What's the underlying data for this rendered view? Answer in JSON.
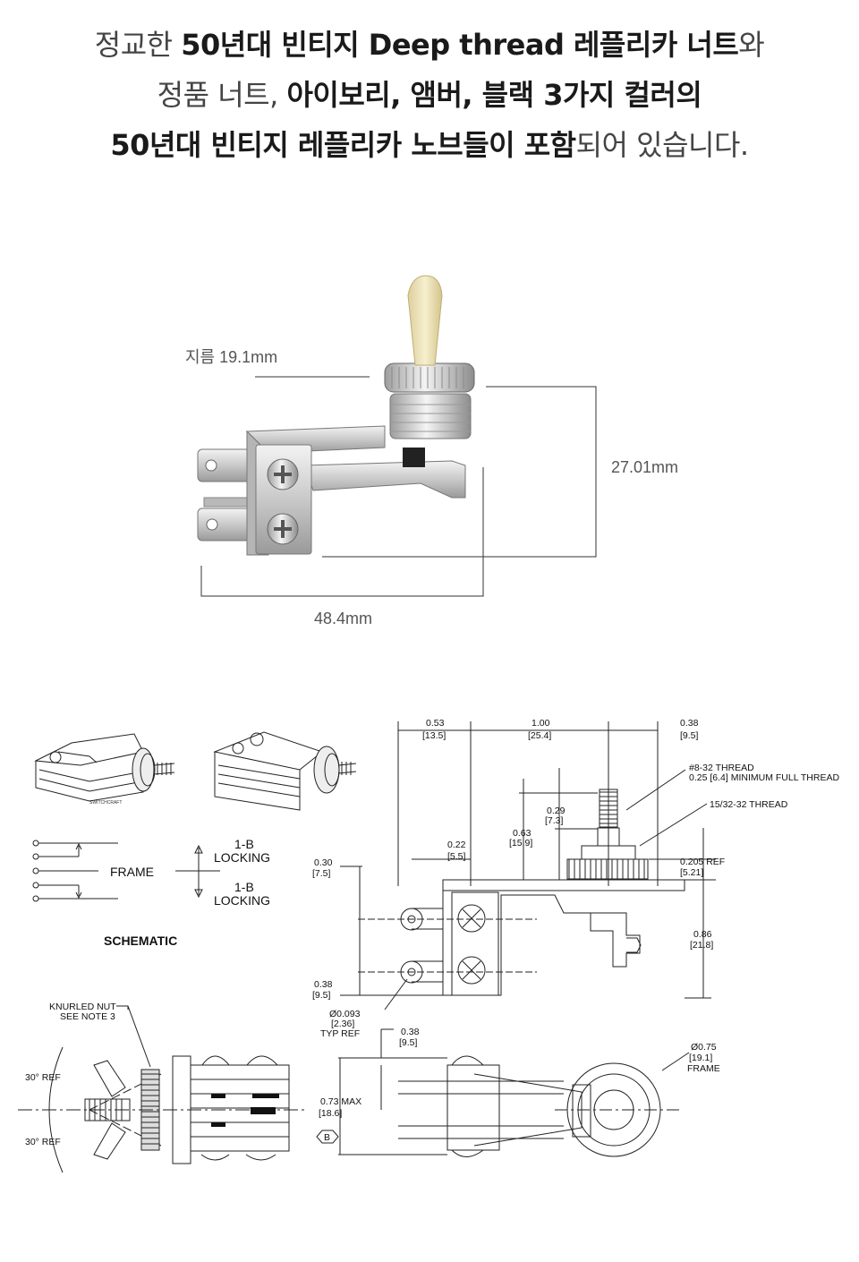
{
  "intro": {
    "line1": [
      {
        "t": "정교한 ",
        "w": "l"
      },
      {
        "t": "50년대 빈티지 Deep thread 레플리카 너트",
        "w": "b"
      },
      {
        "t": "와",
        "w": "l"
      }
    ],
    "line2": [
      {
        "t": "정품 너트, ",
        "w": "l"
      },
      {
        "t": "아이보리, 앰버, 블랙 3가지 컬러의",
        "w": "b"
      }
    ],
    "line3": [
      {
        "t": "50년대 빈티지 레플리카 노브들이 포함",
        "w": "b"
      },
      {
        "t": "되어 있습니다.",
        "w": "l"
      }
    ]
  },
  "photo": {
    "diameter_label": "지름 19.1mm",
    "height_label": "27.01mm",
    "width_label": "48.4mm"
  },
  "schematic": {
    "frame": "FRAME",
    "locking_top_1": "1-B",
    "locking_top_2": "LOCKING",
    "locking_bot_1": "1-B",
    "locking_bot_2": "LOCKING",
    "title": "SCHEMATIC",
    "brand_mark": "SWITCHCRAFT"
  },
  "drawing": {
    "d053_in": "0.53",
    "d053_mm": "[13.5]",
    "d100_in": "1.00",
    "d100_mm": "[25.4]",
    "d038_in": "0.38",
    "d038_mm": "[9.5]",
    "thread1_a": "#8-32 THREAD",
    "thread1_b": "0.25 [6.4] MINIMUM FULL THREAD",
    "thread2": "15/32-32 THREAD",
    "d029_in": "0.29",
    "d029_mm": "[7.3]",
    "d063_in": "0.63",
    "d063_mm": "[15.9]",
    "d022_in": "0.22",
    "d022_mm": "[5.5]",
    "d030_in": "0.30",
    "d030_mm": "[7.5]",
    "d0205": "0.205  REF",
    "d0205_mm": "[5.21]",
    "d086_in": "0.86",
    "d086_mm": "[21.8]",
    "d038b_in": "0.38",
    "d038b_mm": "[9.5]",
    "hole_a": "Ø0.093",
    "hole_b": "[2.36]",
    "hole_c": "TYP REF",
    "knurl_a": "KNURLED NUT",
    "knurl_b": "SEE NOTE 3",
    "ref_top": "30° REF",
    "ref_bot": "30° REF",
    "d038c_in": "0.38",
    "d038c_mm": "[9.5]",
    "d073_in": "0.73  MAX",
    "d073_mm": "[18.6]",
    "flag_b": "B",
    "d075_in": "Ø0.75",
    "d075_mm": "[19.1]",
    "d075_c": "FRAME"
  }
}
